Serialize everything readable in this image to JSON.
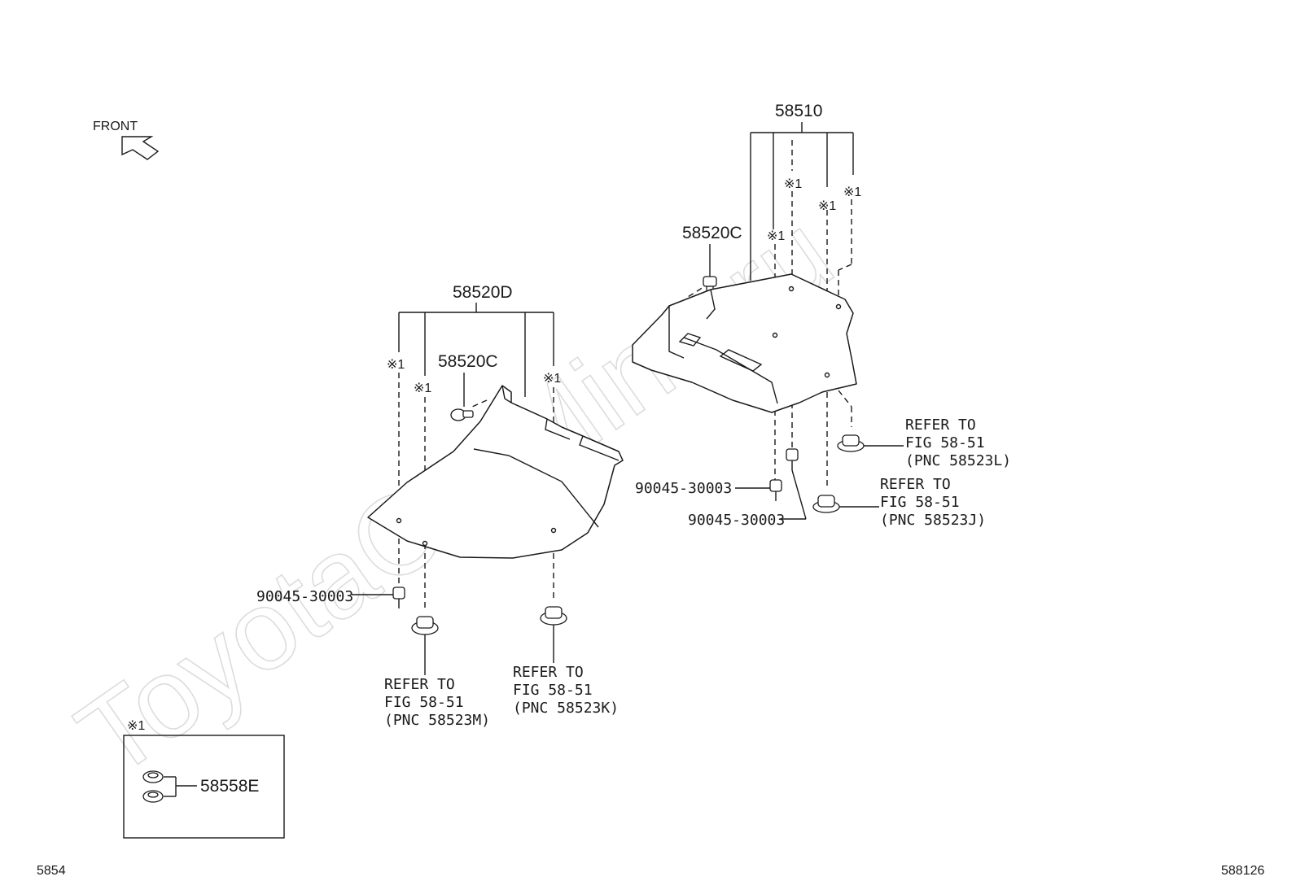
{
  "watermark": "ToyotaCarMine.ru",
  "front_label": "FRONT",
  "note_mark": "※1",
  "parts": {
    "p58510": "58510",
    "p58520D": "58520D",
    "p58520C": "58520C",
    "p90045": "90045-30003",
    "p58558E": "58558E"
  },
  "refs": {
    "refer_to": "REFER TO",
    "fig": "FIG 58-51",
    "pnc_58523L": "(PNC 58523L)",
    "pnc_58523J": "(PNC 58523J)",
    "pnc_58523M": "(PNC 58523M)",
    "pnc_58523K": "(PNC 58523K)"
  },
  "footer": {
    "left": "5854",
    "right": "588126"
  }
}
